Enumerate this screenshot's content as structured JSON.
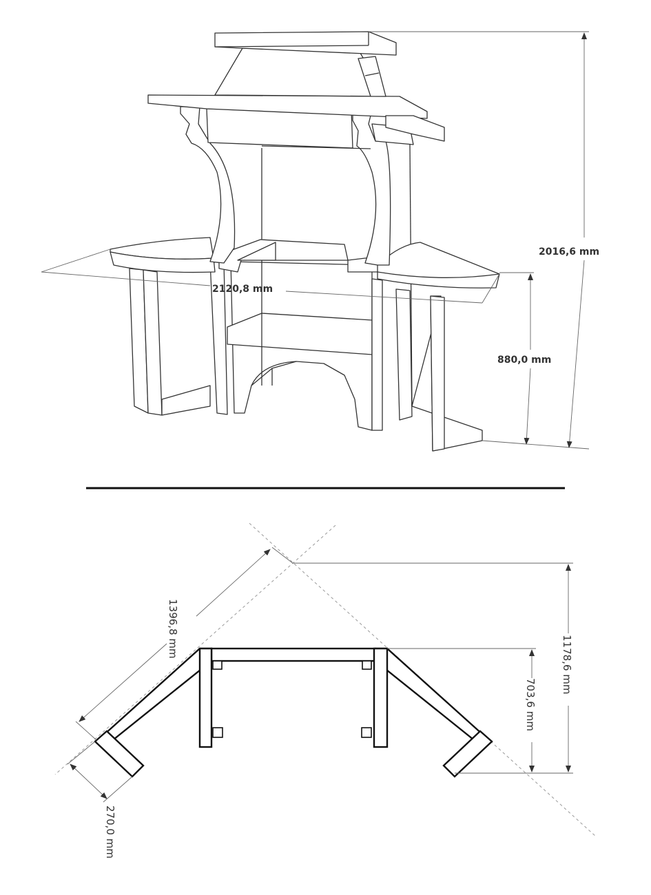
{
  "elevation": {
    "total_height": "2016,6 mm",
    "total_width": "2120,8 mm",
    "counter_height": "880,0 mm"
  },
  "plan": {
    "diagonal_length": "1396,8 mm",
    "total_depth": "1178,6 mm",
    "body_depth": "703,6 mm",
    "wing_width": "270,0 mm"
  }
}
